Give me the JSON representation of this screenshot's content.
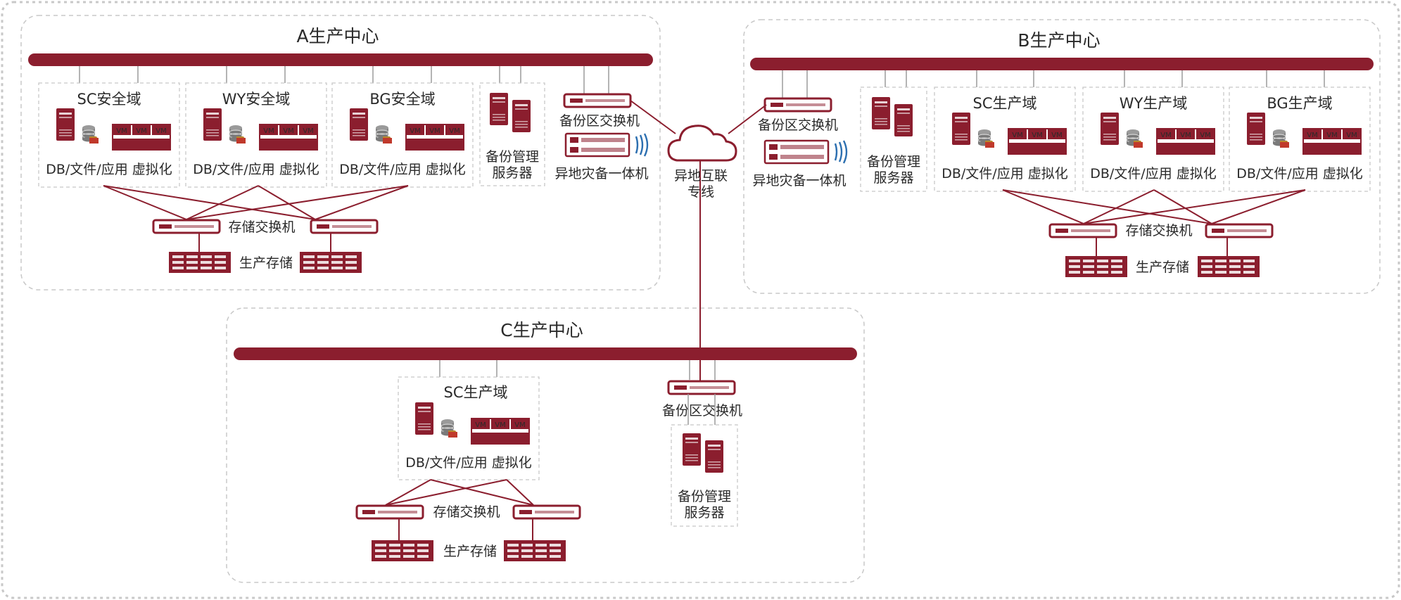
{
  "colors": {
    "accent": "#8b1e2e",
    "border": "#bdbdbd",
    "text": "#2a2a2a"
  },
  "center_a": {
    "title": "A生产中心",
    "domains": [
      {
        "title": "SC安全域",
        "caption": "DB/文件/应用 虚拟化"
      },
      {
        "title": "WY安全域",
        "caption": "DB/文件/应用 虚拟化"
      },
      {
        "title": "BG安全域",
        "caption": "DB/文件/应用 虚拟化"
      }
    ],
    "backup_server": "备份管理\n服务器",
    "backup_switch": "备份区交换机",
    "disaster_appliance": "异地灾备一体机",
    "storage_switch": "存储交换机",
    "storage": "生产存储"
  },
  "center_b": {
    "title": "B生产中心",
    "domains": [
      {
        "title": "SC生产域",
        "caption": "DB/文件/应用 虚拟化"
      },
      {
        "title": "WY生产域",
        "caption": "DB/文件/应用 虚拟化"
      },
      {
        "title": "BG生产域",
        "caption": "DB/文件/应用 虚拟化"
      }
    ],
    "backup_server": "备份管理\n服务器",
    "backup_switch": "备份区交换机",
    "disaster_appliance": "异地灾备一体机",
    "storage_switch": "存储交换机",
    "storage": "生产存储"
  },
  "center_c": {
    "title": "C生产中心",
    "domains": [
      {
        "title": "SC生产域",
        "caption": "DB/文件/应用 虚拟化"
      }
    ],
    "backup_server": "备份管理\n服务器",
    "backup_switch": "备份区交换机",
    "storage_switch": "存储交换机",
    "storage": "生产存储"
  },
  "cloud": {
    "label": "异地互联\n专线",
    "icon": "cloud-icon"
  },
  "vm_label": "VM"
}
